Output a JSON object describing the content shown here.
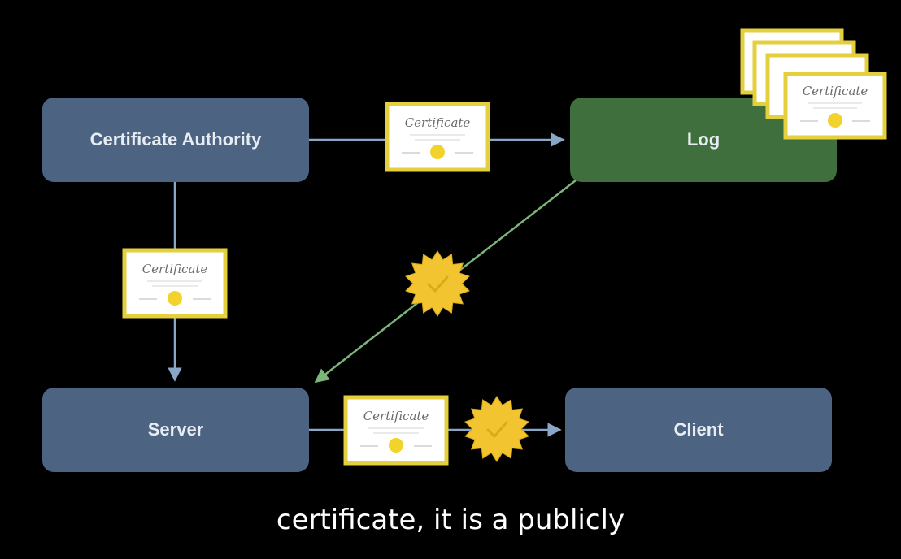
{
  "colors": {
    "background": "#000000",
    "box_blue": "#4c6482",
    "box_green": "#3f6f3d",
    "arrow_blue": "#8aa6c6",
    "arrow_green": "#7cb57a",
    "cert_border": "#e4cf3c",
    "cert_face": "#ffffff",
    "seal": "#f2c530"
  },
  "nodes": {
    "certificate_authority": "Certificate Authority",
    "log": "Log",
    "server": "Server",
    "client": "Client"
  },
  "certificate_label": "Certificate",
  "icons": {
    "certificate": "certificate-icon",
    "certificate_stack": "certificate-stack-icon",
    "verified_seal": "verified-seal-icon"
  },
  "subtitle": "certificate, it is a publicly"
}
